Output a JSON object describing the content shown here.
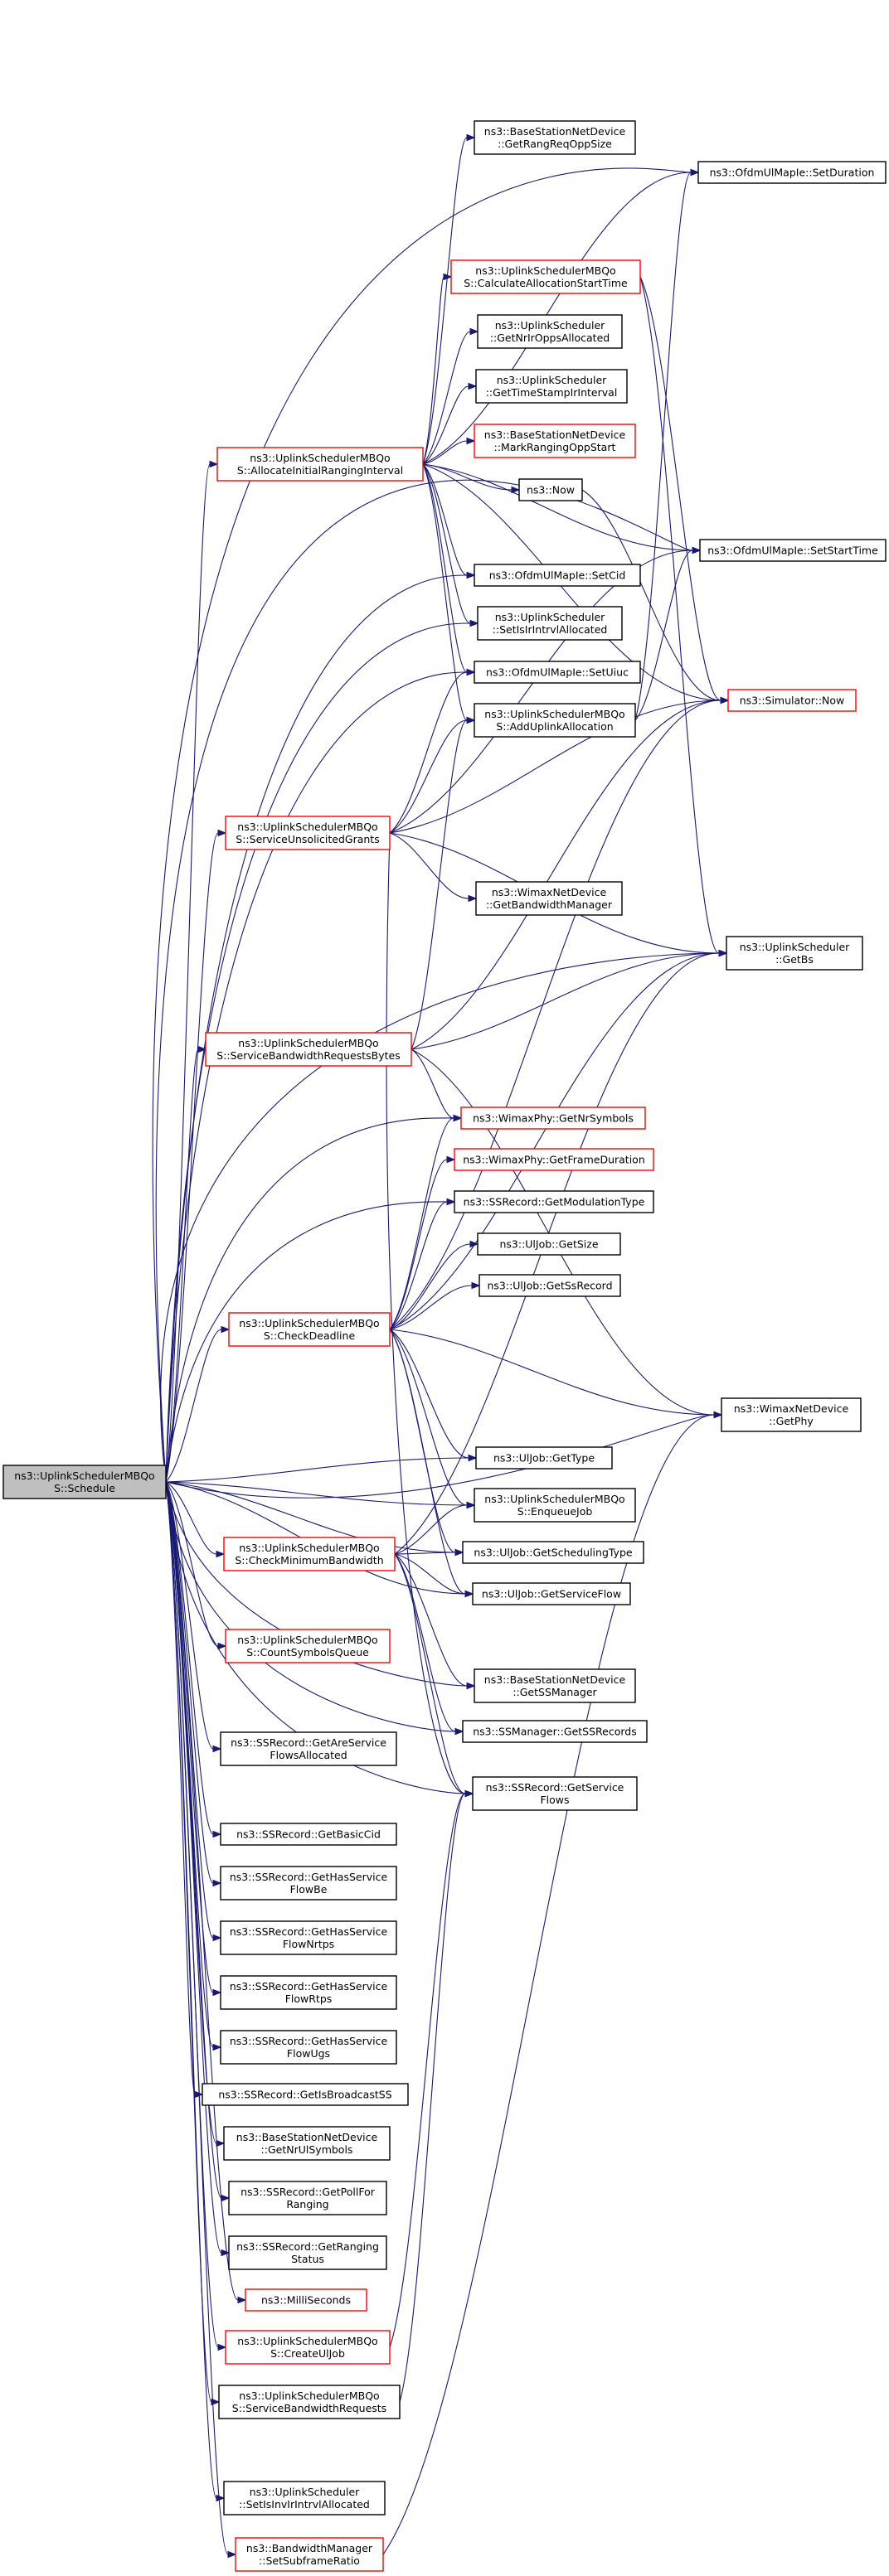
{
  "colors": {
    "edge": "#191970",
    "root_fill": "#bfbfbf",
    "root_stroke": "#000000",
    "plain_stroke": "#000000",
    "red_stroke": "#ff0000",
    "node_fill": "#ffffff"
  },
  "nodes": [
    {
      "id": "root",
      "kind": "root",
      "lines": [
        "ns3::UplinkSchedulerMBQo",
        "S::Schedule"
      ]
    },
    {
      "id": "getRangReqOppSize",
      "kind": "plain",
      "lines": [
        "ns3::BaseStationNetDevice",
        "::GetRangReqOppSize"
      ]
    },
    {
      "id": "ofdmSetDuration",
      "kind": "plain",
      "lines": [
        "ns3::OfdmUlMapIe::SetDuration"
      ]
    },
    {
      "id": "calcAllocStart",
      "kind": "red",
      "lines": [
        "ns3::UplinkSchedulerMBQo",
        "S::CalculateAllocationStartTime"
      ]
    },
    {
      "id": "getNrIrOppsAllocated",
      "kind": "plain",
      "lines": [
        "ns3::UplinkScheduler",
        "::GetNrIrOppsAllocated"
      ]
    },
    {
      "id": "getTimeStampIrInterval",
      "kind": "plain",
      "lines": [
        "ns3::UplinkScheduler",
        "::GetTimeStampIrInterval"
      ]
    },
    {
      "id": "markRangingOppStart",
      "kind": "red",
      "lines": [
        "ns3::BaseStationNetDevice",
        "::MarkRangingOppStart"
      ]
    },
    {
      "id": "allocInitialRanging",
      "kind": "red",
      "lines": [
        "ns3::UplinkSchedulerMBQo",
        "S::AllocateInitialRangingInterval"
      ]
    },
    {
      "id": "now",
      "kind": "plain",
      "lines": [
        "ns3::Now"
      ]
    },
    {
      "id": "ofdmSetStartTime",
      "kind": "plain",
      "lines": [
        "ns3::OfdmUlMapIe::SetStartTime"
      ]
    },
    {
      "id": "ofdmSetCid",
      "kind": "plain",
      "lines": [
        "ns3::OfdmUlMapIe::SetCid"
      ]
    },
    {
      "id": "setIsIrIntrvlAllocated",
      "kind": "plain",
      "lines": [
        "ns3::UplinkScheduler",
        "::SetIsIrIntrvlAllocated"
      ]
    },
    {
      "id": "simulatorNow",
      "kind": "red",
      "lines": [
        "ns3::Simulator::Now"
      ]
    },
    {
      "id": "ofdmSetUiuc",
      "kind": "plain",
      "lines": [
        "ns3::OfdmUlMapIe::SetUiuc"
      ]
    },
    {
      "id": "addUplinkAllocation",
      "kind": "plain",
      "lines": [
        "ns3::UplinkSchedulerMBQo",
        "S::AddUplinkAllocation"
      ]
    },
    {
      "id": "serviceUnsolicited",
      "kind": "red",
      "lines": [
        "ns3::UplinkSchedulerMBQo",
        "S::ServiceUnsolicitedGrants"
      ]
    },
    {
      "id": "getBandwidthManager",
      "kind": "plain",
      "lines": [
        "ns3::WimaxNetDevice",
        "::GetBandwidthManager"
      ]
    },
    {
      "id": "getBs",
      "kind": "plain",
      "lines": [
        "ns3::UplinkScheduler",
        "::GetBs"
      ]
    },
    {
      "id": "serviceBwReqBytes",
      "kind": "red",
      "lines": [
        "ns3::UplinkSchedulerMBQo",
        "S::ServiceBandwidthRequestsBytes"
      ]
    },
    {
      "id": "getNrSymbols",
      "kind": "red",
      "lines": [
        "ns3::WimaxPhy::GetNrSymbols"
      ]
    },
    {
      "id": "getFrameDuration",
      "kind": "red",
      "lines": [
        "ns3::WimaxPhy::GetFrameDuration"
      ]
    },
    {
      "id": "getModulationType",
      "kind": "plain",
      "lines": [
        "ns3::SSRecord::GetModulationType"
      ]
    },
    {
      "id": "uljobGetSize",
      "kind": "plain",
      "lines": [
        "ns3::UlJob::GetSize"
      ]
    },
    {
      "id": "uljobGetSsRecord",
      "kind": "plain",
      "lines": [
        "ns3::UlJob::GetSsRecord"
      ]
    },
    {
      "id": "checkDeadline",
      "kind": "red",
      "lines": [
        "ns3::UplinkSchedulerMBQo",
        "S::CheckDeadline"
      ]
    },
    {
      "id": "getPhy",
      "kind": "plain",
      "lines": [
        "ns3::WimaxNetDevice",
        "::GetPhy"
      ]
    },
    {
      "id": "uljobGetType",
      "kind": "plain",
      "lines": [
        "ns3::UlJob::GetType"
      ]
    },
    {
      "id": "enqueueJob",
      "kind": "plain",
      "lines": [
        "ns3::UplinkSchedulerMBQo",
        "S::EnqueueJob"
      ]
    },
    {
      "id": "checkMinBandwidth",
      "kind": "red",
      "lines": [
        "ns3::UplinkSchedulerMBQo",
        "S::CheckMinimumBandwidth"
      ]
    },
    {
      "id": "getSchedulingType",
      "kind": "plain",
      "lines": [
        "ns3::UlJob::GetSchedulingType"
      ]
    },
    {
      "id": "uljobGetServiceFlow",
      "kind": "plain",
      "lines": [
        "ns3::UlJob::GetServiceFlow"
      ]
    },
    {
      "id": "countSymbolsQueue",
      "kind": "red",
      "lines": [
        "ns3::UplinkSchedulerMBQo",
        "S::CountSymbolsQueue"
      ]
    },
    {
      "id": "getSSManager",
      "kind": "plain",
      "lines": [
        "ns3::BaseStationNetDevice",
        "::GetSSManager"
      ]
    },
    {
      "id": "getSSRecords",
      "kind": "plain",
      "lines": [
        "ns3::SSManager::GetSSRecords"
      ]
    },
    {
      "id": "getAreServiceFlowsAllocated",
      "kind": "plain",
      "lines": [
        "ns3::SSRecord::GetAreService",
        "FlowsAllocated"
      ]
    },
    {
      "id": "getServiceFlows",
      "kind": "plain",
      "lines": [
        "ns3::SSRecord::GetService",
        "Flows"
      ]
    },
    {
      "id": "getBasicCid",
      "kind": "plain",
      "lines": [
        "ns3::SSRecord::GetBasicCid"
      ]
    },
    {
      "id": "getHasServiceFlowBe",
      "kind": "plain",
      "lines": [
        "ns3::SSRecord::GetHasService",
        "FlowBe"
      ]
    },
    {
      "id": "getHasServiceFlowNrtps",
      "kind": "plain",
      "lines": [
        "ns3::SSRecord::GetHasService",
        "FlowNrtps"
      ]
    },
    {
      "id": "getHasServiceFlowRtps",
      "kind": "plain",
      "lines": [
        "ns3::SSRecord::GetHasService",
        "FlowRtps"
      ]
    },
    {
      "id": "getHasServiceFlowUgs",
      "kind": "plain",
      "lines": [
        "ns3::SSRecord::GetHasService",
        "FlowUgs"
      ]
    },
    {
      "id": "getIsBroadcastSS",
      "kind": "plain",
      "lines": [
        "ns3::SSRecord::GetIsBroadcastSS"
      ]
    },
    {
      "id": "getNrUlSymbols",
      "kind": "plain",
      "lines": [
        "ns3::BaseStationNetDevice",
        "::GetNrUlSymbols"
      ]
    },
    {
      "id": "getPollForRanging",
      "kind": "plain",
      "lines": [
        "ns3::SSRecord::GetPollFor",
        "Ranging"
      ]
    },
    {
      "id": "getRangingStatus",
      "kind": "plain",
      "lines": [
        "ns3::SSRecord::GetRanging",
        "Status"
      ]
    },
    {
      "id": "milliSeconds",
      "kind": "red",
      "lines": [
        "ns3::MilliSeconds"
      ]
    },
    {
      "id": "createUlJob",
      "kind": "red",
      "lines": [
        "ns3::UplinkSchedulerMBQo",
        "S::CreateUlJob"
      ]
    },
    {
      "id": "serviceBwRequests",
      "kind": "plain",
      "lines": [
        "ns3::UplinkSchedulerMBQo",
        "S::ServiceBandwidthRequests"
      ]
    },
    {
      "id": "setIsInvIrIntrvlAllocated",
      "kind": "plain",
      "lines": [
        "ns3::UplinkScheduler",
        "::SetIsInvIrIntrvlAllocated"
      ]
    },
    {
      "id": "setSubframeRatio",
      "kind": "red",
      "lines": [
        "ns3::BandwidthManager",
        "::SetSubframeRatio"
      ]
    }
  ]
}
